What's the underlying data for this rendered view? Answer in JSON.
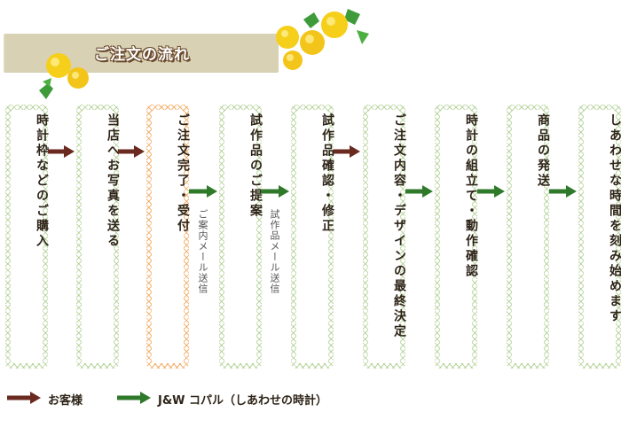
{
  "header": {
    "title": "ご注文の流れ"
  },
  "steps": [
    {
      "label": "時計枠などのご購入"
    },
    {
      "label": "当店へお写真を送る"
    },
    {
      "label": "ご注文完了・受付"
    },
    {
      "label": "試作品のご提案"
    },
    {
      "label": "試作品確認・修正"
    },
    {
      "label": "ご注文内容・デザインの最終決定"
    },
    {
      "label": "時計の組立て・動作確認"
    },
    {
      "label": "商品の発送"
    },
    {
      "label": "しあわせな時間を刻み始めます"
    }
  ],
  "notes": [
    {
      "label": "ご案内メール送信"
    },
    {
      "label": "試作品メール送信"
    }
  ],
  "legend": {
    "customer": "お客様",
    "company": "J&W コパル（しあわせの時計）"
  },
  "colors": {
    "customer_arrow": "#6a2a1f",
    "company_arrow": "#2f7a2a",
    "highlight": "#f0963c",
    "pattern": "#8cb95f"
  }
}
